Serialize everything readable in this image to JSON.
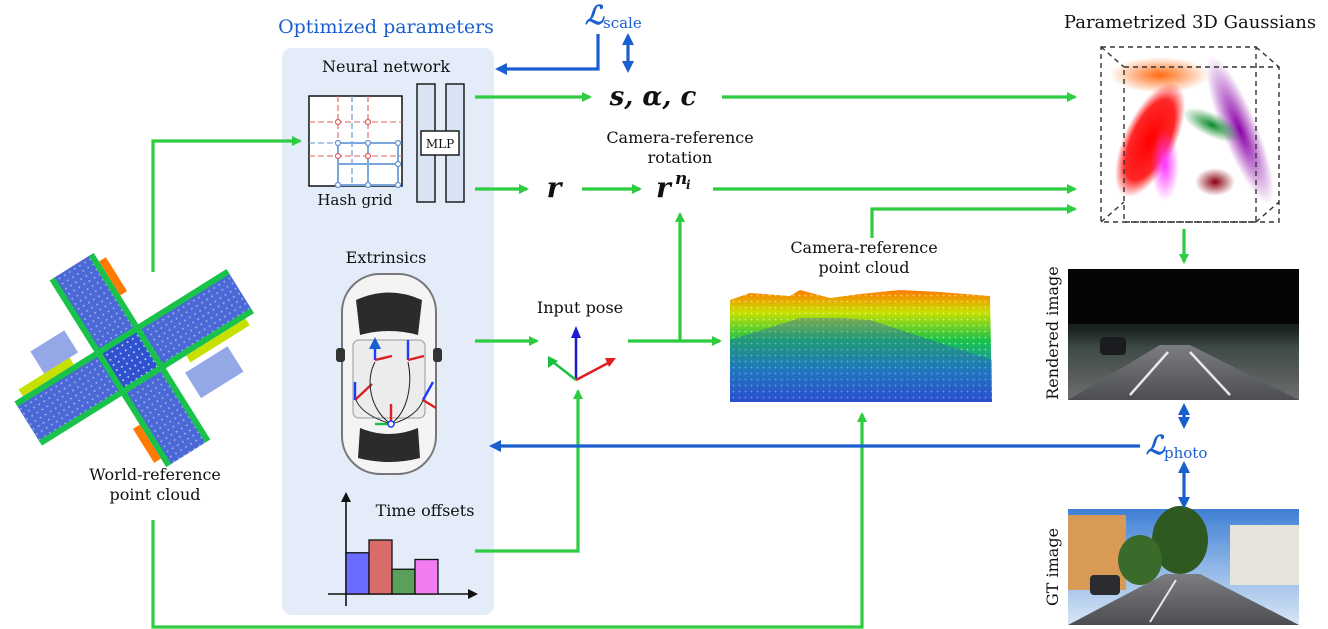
{
  "labels": {
    "optimized_parameters": "Optimized parameters",
    "neural_network": "Neural network",
    "hash_grid": "Hash grid",
    "mlp": "MLP",
    "extrinsics": "Extrinsics",
    "time_offsets": "Time offsets",
    "world_reference_line1": "World-reference",
    "world_reference_line2": "point cloud",
    "input_pose": "Input pose",
    "camera_ref_rotation_line1": "Camera-reference",
    "camera_ref_rotation_line2": "rotation",
    "camera_ref_pc_line1": "Camera-reference",
    "camera_ref_pc_line2": "point cloud",
    "gaussians_title": "Parametrized 3D Gaussians",
    "rendered_image": "Rendered image",
    "gt_image": "GT image"
  },
  "math": {
    "loss_scale_symbol": "ℒ",
    "loss_scale_sub": "scale",
    "loss_photo_symbol": "ℒ",
    "loss_photo_sub": "photo",
    "s_alpha_c": "s, α, c",
    "r": "r",
    "r_ni_base": "r",
    "r_ni_sup": "n",
    "r_ni_sub": "i"
  },
  "time_offsets_bars": [
    {
      "value": 0.55,
      "color": "#6b6bff"
    },
    {
      "value": 0.72,
      "color": "#d96b6b"
    },
    {
      "value": 0.33,
      "color": "#5aa05a"
    },
    {
      "value": 0.46,
      "color": "#f07cf0"
    }
  ],
  "colors": {
    "flow_arrow": "#2ecc40",
    "loss_arrow": "#1a5fd0",
    "panel_bg": "#e3ecf8",
    "blue_text": "#1a5fd0"
  }
}
